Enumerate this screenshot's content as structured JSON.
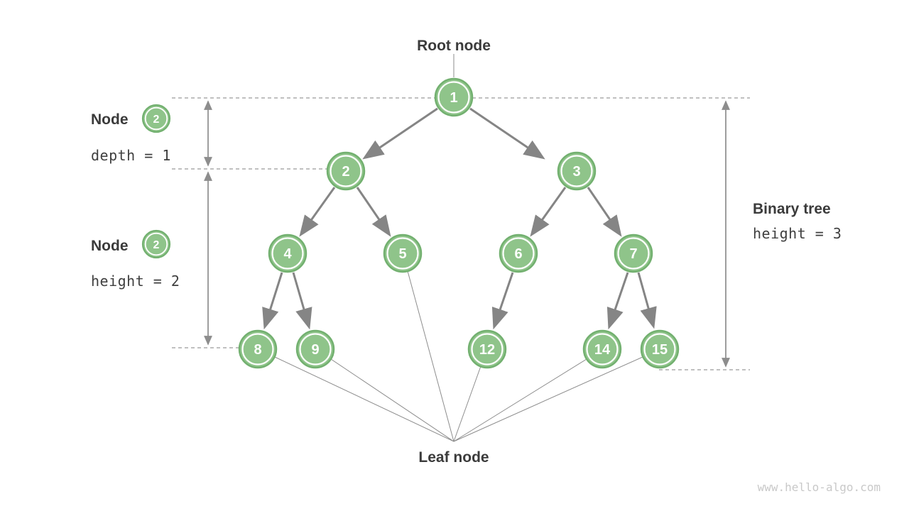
{
  "labels": {
    "root_node": "Root node",
    "leaf_node": "Leaf node"
  },
  "annotations": {
    "depth": {
      "title": "Node",
      "badge": "2",
      "value": "depth = 1"
    },
    "node_height": {
      "title": "Node",
      "badge": "2",
      "value": "height = 2"
    },
    "tree_height": {
      "title": "Binary tree",
      "value": "height = 3"
    }
  },
  "tree": {
    "levels": 4,
    "nodes": [
      {
        "value": "1"
      },
      {
        "value": "2"
      },
      {
        "value": "3"
      },
      {
        "value": "4"
      },
      {
        "value": "5"
      },
      {
        "value": "6"
      },
      {
        "value": "7"
      },
      {
        "value": "8"
      },
      {
        "value": "9"
      },
      {
        "value": "12"
      },
      {
        "value": "14"
      },
      {
        "value": "15"
      }
    ],
    "edges": [
      [
        "1",
        "2"
      ],
      [
        "1",
        "3"
      ],
      [
        "2",
        "4"
      ],
      [
        "2",
        "5"
      ],
      [
        "3",
        "6"
      ],
      [
        "3",
        "7"
      ],
      [
        "4",
        "8"
      ],
      [
        "4",
        "9"
      ],
      [
        "6",
        "12"
      ],
      [
        "7",
        "14"
      ],
      [
        "7",
        "15"
      ]
    ],
    "leaf_values": [
      "8",
      "9",
      "5",
      "12",
      "14",
      "15"
    ]
  },
  "watermark": "www.hello-algo.com",
  "colors": {
    "node_fill": "#8fc48a",
    "node_ring": "#72b06f",
    "edge_gray": "#858585",
    "text_dark": "#3b3b3b",
    "watermark_gray": "#c9c9c9"
  }
}
